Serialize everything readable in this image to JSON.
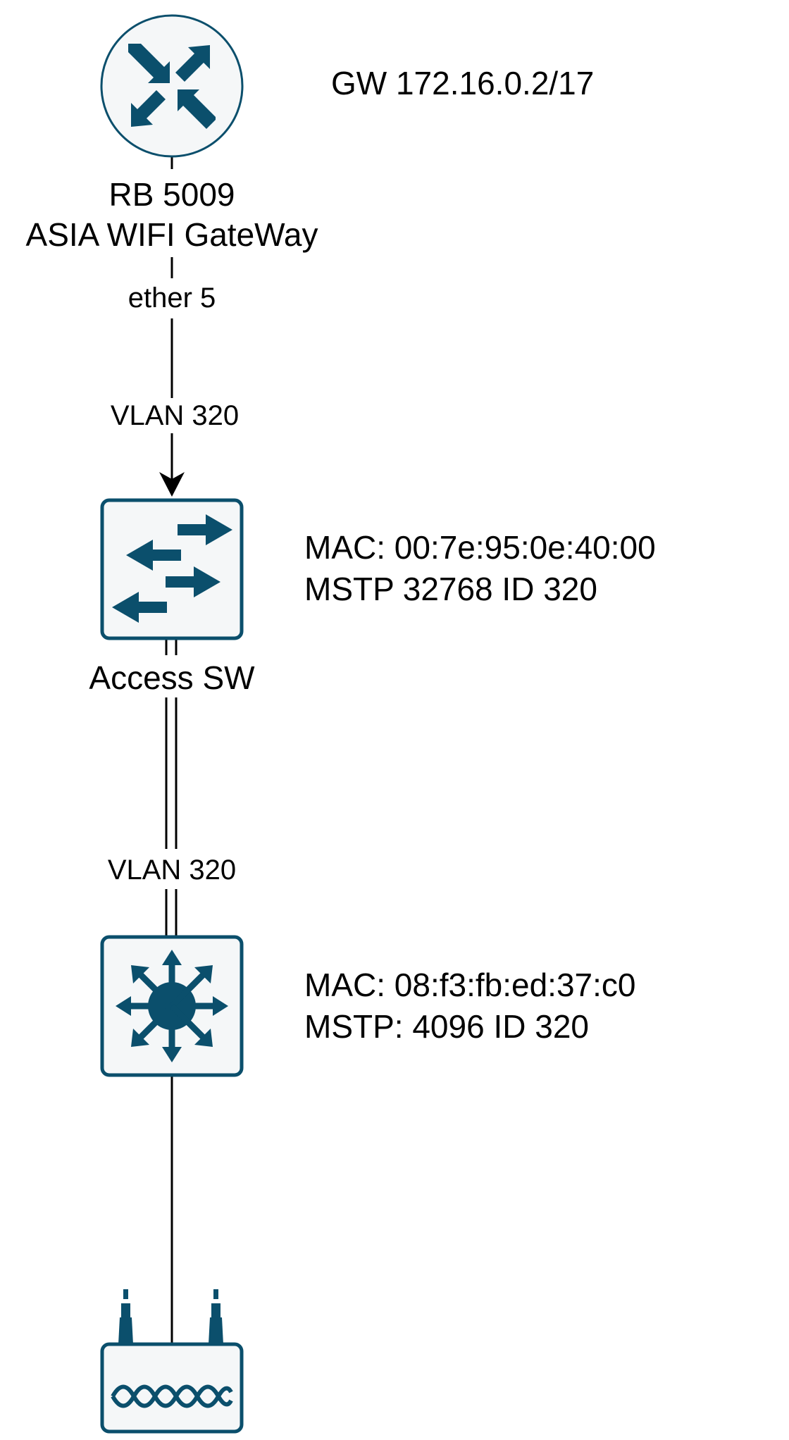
{
  "colors": {
    "icon_fill": "#0b4f6c",
    "icon_border": "#0b4f6c",
    "icon_bg": "#f5f7f8",
    "line": "#000000"
  },
  "gateway": {
    "icon": "router-icon",
    "name_line1": "RB 5009",
    "name_line2": "ASIA WIFI GateWay",
    "gw_label": "GW 172.16.0.2/17",
    "port_label": "ether 5"
  },
  "link1": {
    "vlan_label": "VLAN 320"
  },
  "access_switch": {
    "icon": "switch-icon",
    "name": "Access SW",
    "mac_line": "MAC: 00:7e:95:0e:40:00",
    "mstp_line": "MSTP 32768 ID 320"
  },
  "link2": {
    "vlan_label": "VLAN 320"
  },
  "core_switch": {
    "icon": "layer3-switch-icon",
    "mac_line": "MAC: 08:f3:fb:ed:37:c0",
    "mstp_line": "MSTP: 4096 ID 320"
  },
  "access_point": {
    "icon": "wireless-router-icon"
  }
}
